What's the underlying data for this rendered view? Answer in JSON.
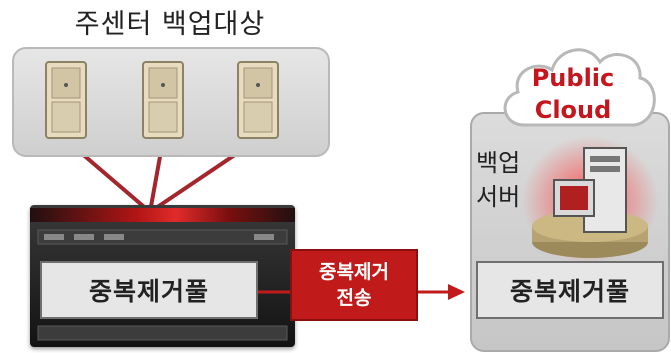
{
  "title": "주센터 백업대상",
  "left_dedup": "중복제거풀",
  "transfer": {
    "line1": "중복제거",
    "line2": "전송"
  },
  "cloud": {
    "line1": "Public",
    "line2": "Cloud"
  },
  "backup_server": {
    "line1": "백업",
    "line2": "서버"
  },
  "right_dedup": "중복제거풀",
  "colors": {
    "accent_red": "#c01a1a",
    "link_line": "#a4252b",
    "panel_gray": "#d9d9d9"
  }
}
